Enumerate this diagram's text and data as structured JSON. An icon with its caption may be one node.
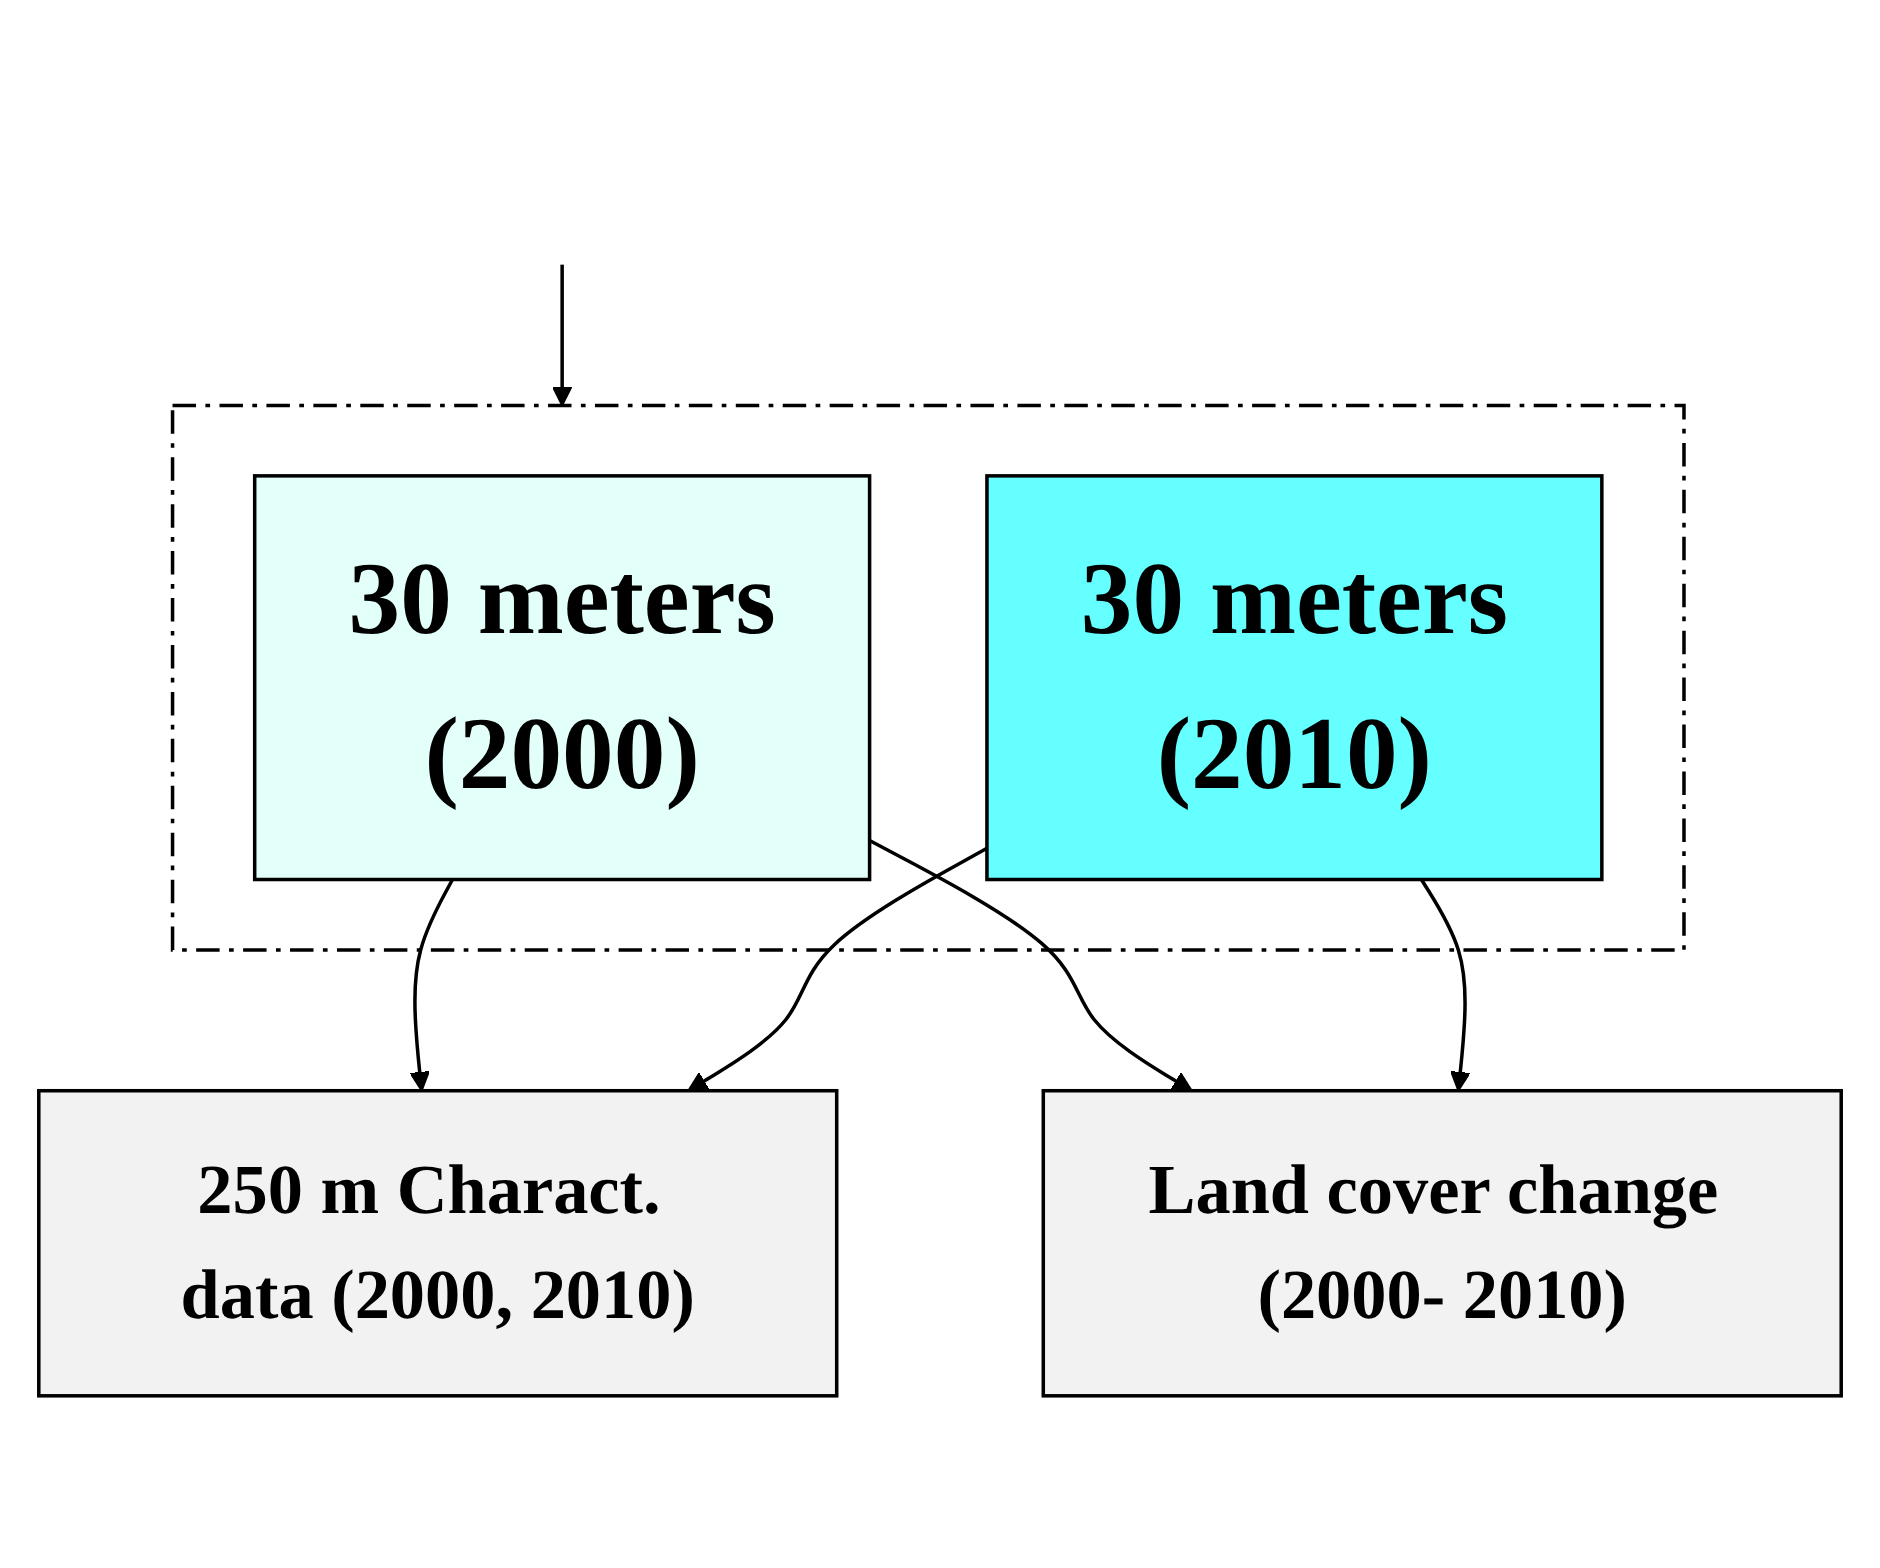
{
  "diagram": {
    "nodes": [
      {
        "text": [],
        "shape": "box"
      },
      {
        "text": [
          "30 meters",
          "(2000)"
        ],
        "in": 0
      },
      {
        "text": [
          "30 meters",
          "(2010)"
        ],
        "in": 0
      },
      {
        "text": [
          "250 m Charact. data (2000, 2010)"
        ]
      },
      {
        "text": [
          "Land cover change (2000- 2010)"
        ]
      }
    ],
    "edges": [
      {
        "from": null,
        "to": 0,
        "arrow": "to"
      },
      {
        "from": 1,
        "to": 3,
        "arrow": "to"
      },
      {
        "from": 2,
        "to": 3,
        "arrow": "to"
      },
      {
        "from": 1,
        "to": 4,
        "arrow": "to"
      },
      {
        "from": 2,
        "to": 4,
        "arrow": "to"
      }
    ]
  }
}
